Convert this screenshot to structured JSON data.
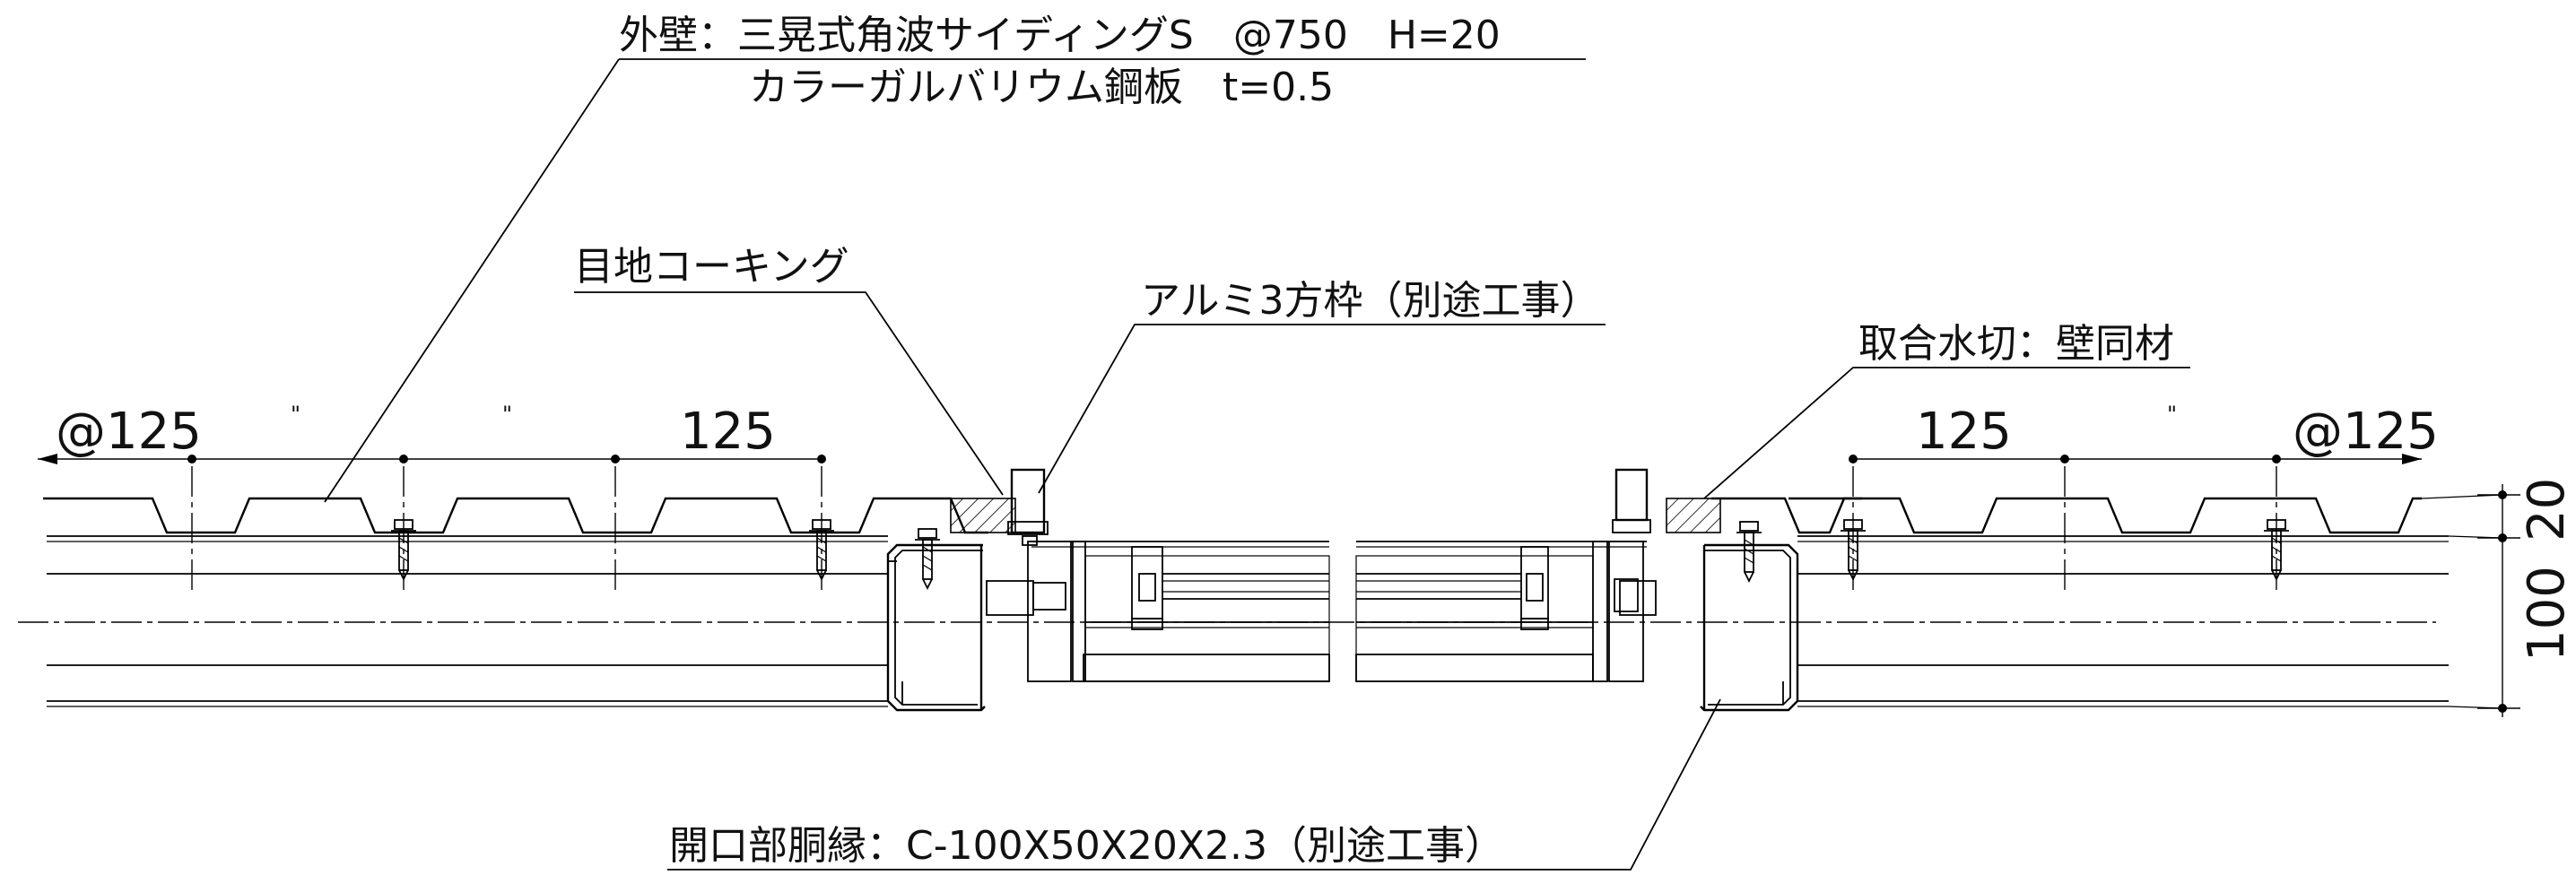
{
  "labels": {
    "exterior_wall_line1": "外壁：三晃式角波サイディングS　@750　H=20",
    "exterior_wall_line2": "カラーガルバリウム鋼板　t=0.5",
    "joint_caulking": "目地コーキング",
    "aluminum_frame": "アルミ3方枠（別途工事）",
    "flashing": "取合水切：壁同材",
    "opening_frame": "開口部胴縁：C-100X50X20X2.3（別途工事）"
  },
  "dimensions": {
    "left": {
      "pitch_label": "@125",
      "ditto_1": "\"",
      "ditto_2": "\"",
      "last": "125"
    },
    "right": {
      "first": "125",
      "ditto": "\"",
      "pitch_label": "@125"
    },
    "vertical": {
      "top": "20",
      "bottom": "100"
    }
  }
}
